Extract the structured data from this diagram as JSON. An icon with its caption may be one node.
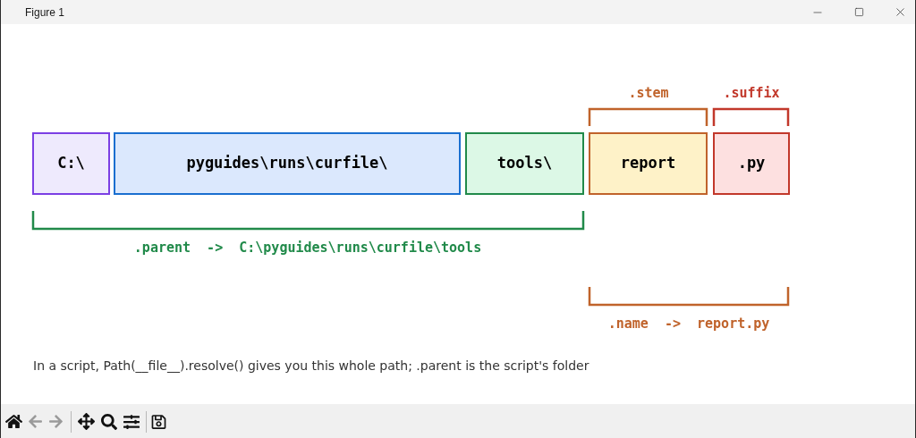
{
  "diagram": {
    "nodes": [
      {
        "text": [
          "C:\\"
        ]
      },
      {
        "text": [
          "pyguides\\runs\\curfile\\"
        ]
      },
      {
        "text": [
          "tools\\"
        ]
      },
      {
        "text": [
          "report"
        ]
      },
      {
        "text": [
          ".py"
        ]
      }
    ],
    "labels": [
      "Figure 1",
      ".stem",
      ".suffix",
      ".parent  ->  C:\\pyguides\\runs\\curfile\\tools",
      ".name  ->  report.py"
    ],
    "caption": "In a script, Path(__file__).resolve() gives you this whole path; .parent is the script's folder"
  }
}
